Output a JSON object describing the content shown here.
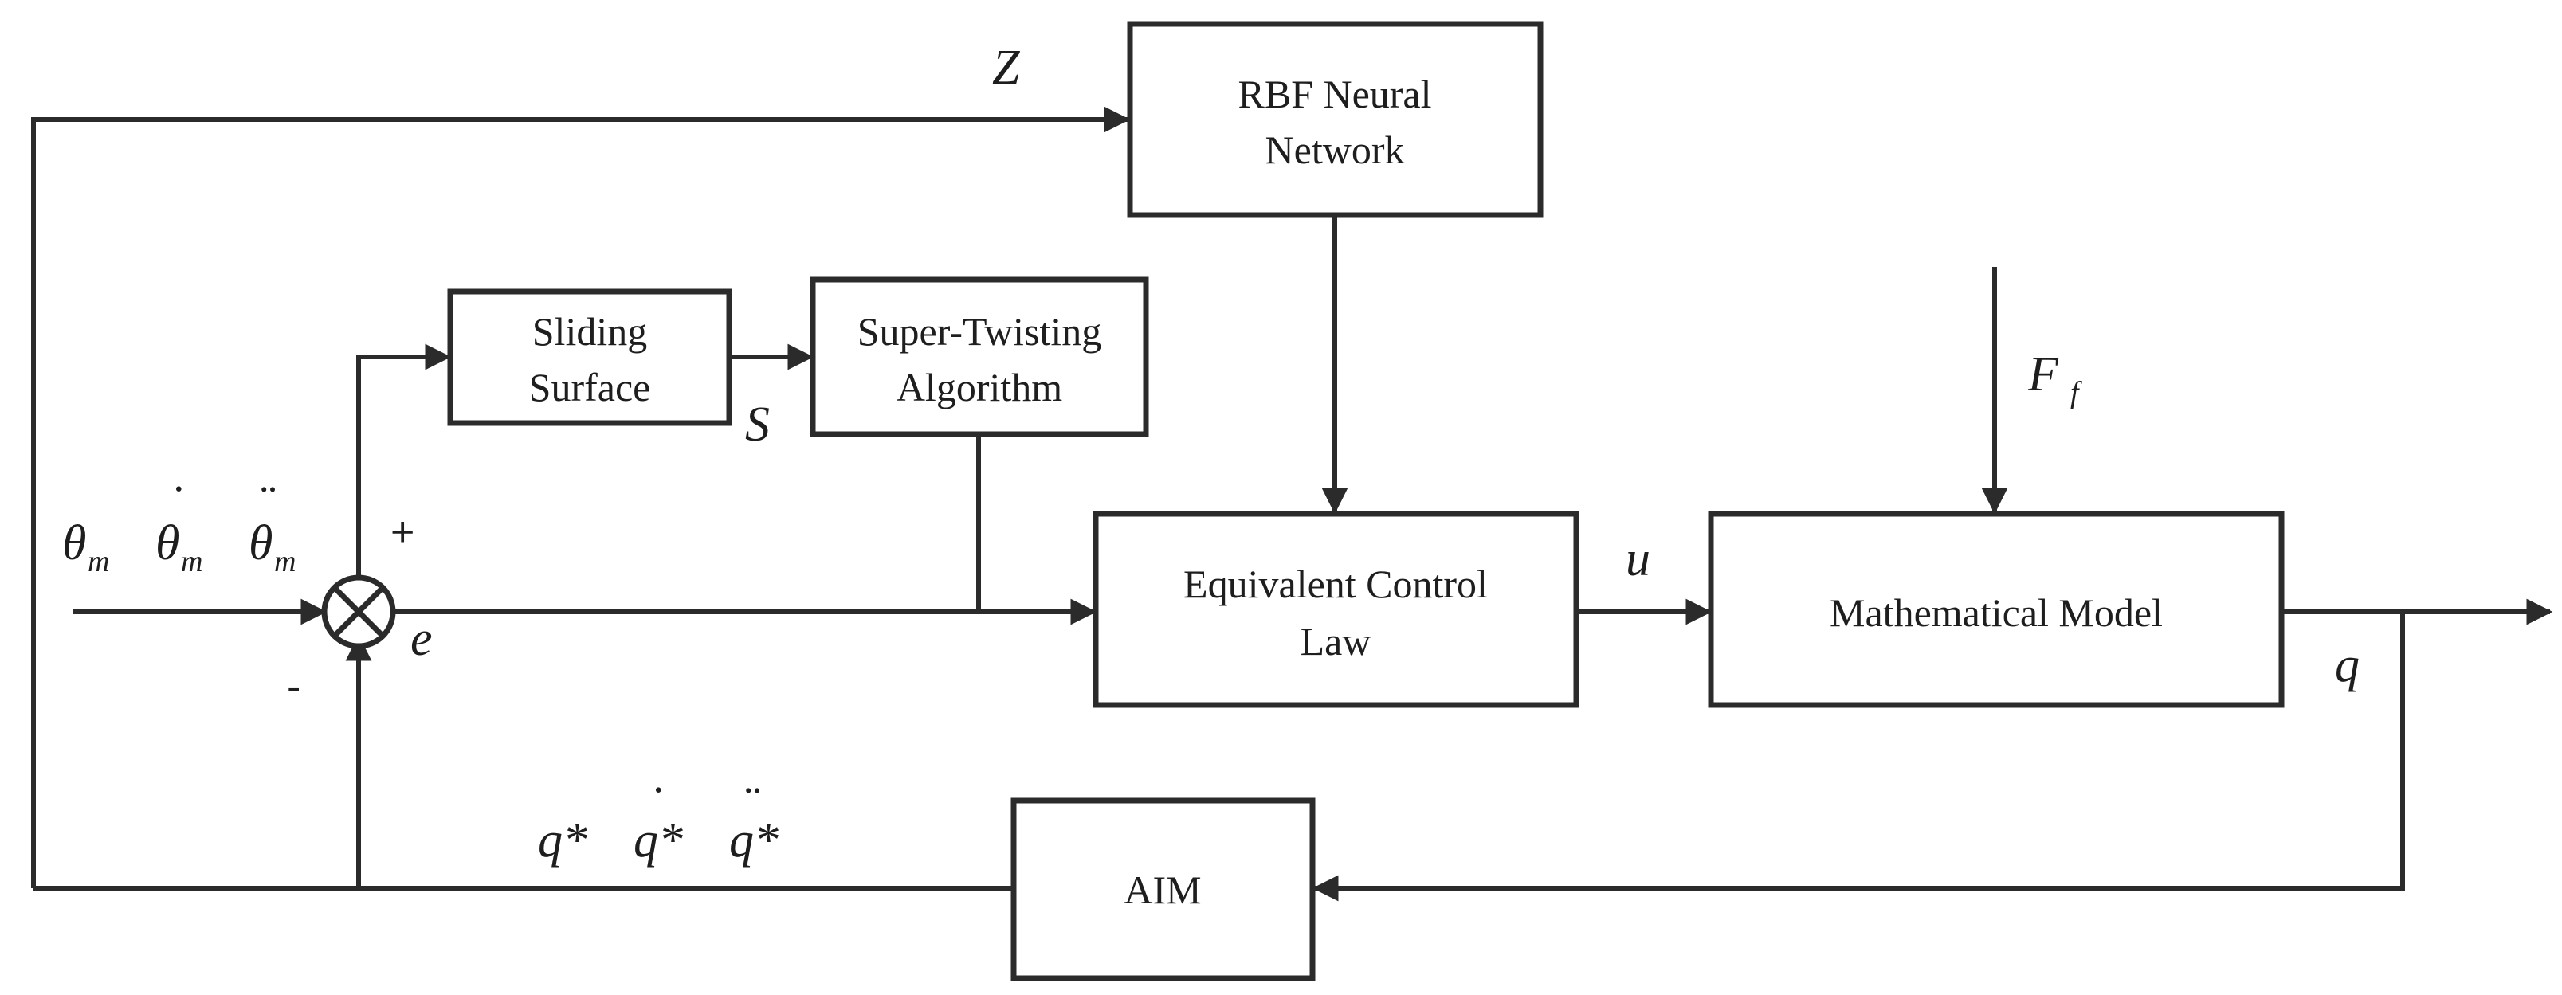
{
  "blocks": {
    "rbf": {
      "line1": "RBF Neural",
      "line2": "Network"
    },
    "sliding": {
      "line1": "Sliding",
      "line2": "Surface"
    },
    "supertwisting": {
      "line1": "Super-Twisting",
      "line2": "Algorithm"
    },
    "equivalent": {
      "line1": "Equivalent Control",
      "line2": "Law"
    },
    "model": {
      "label": "Mathematical Model"
    },
    "aim": {
      "label": "AIM"
    }
  },
  "signals": {
    "z": "Z",
    "s": "S",
    "u": "u",
    "q": "q",
    "e": "e",
    "ff": {
      "base": "F",
      "sub": "f"
    },
    "plus": "+",
    "minus": "-",
    "theta": {
      "base": "θ",
      "sub": "m",
      "dot": "˙",
      "ddot": "¨"
    },
    "qstar": {
      "base": "q*",
      "dot": "˙",
      "ddot": "¨"
    }
  }
}
